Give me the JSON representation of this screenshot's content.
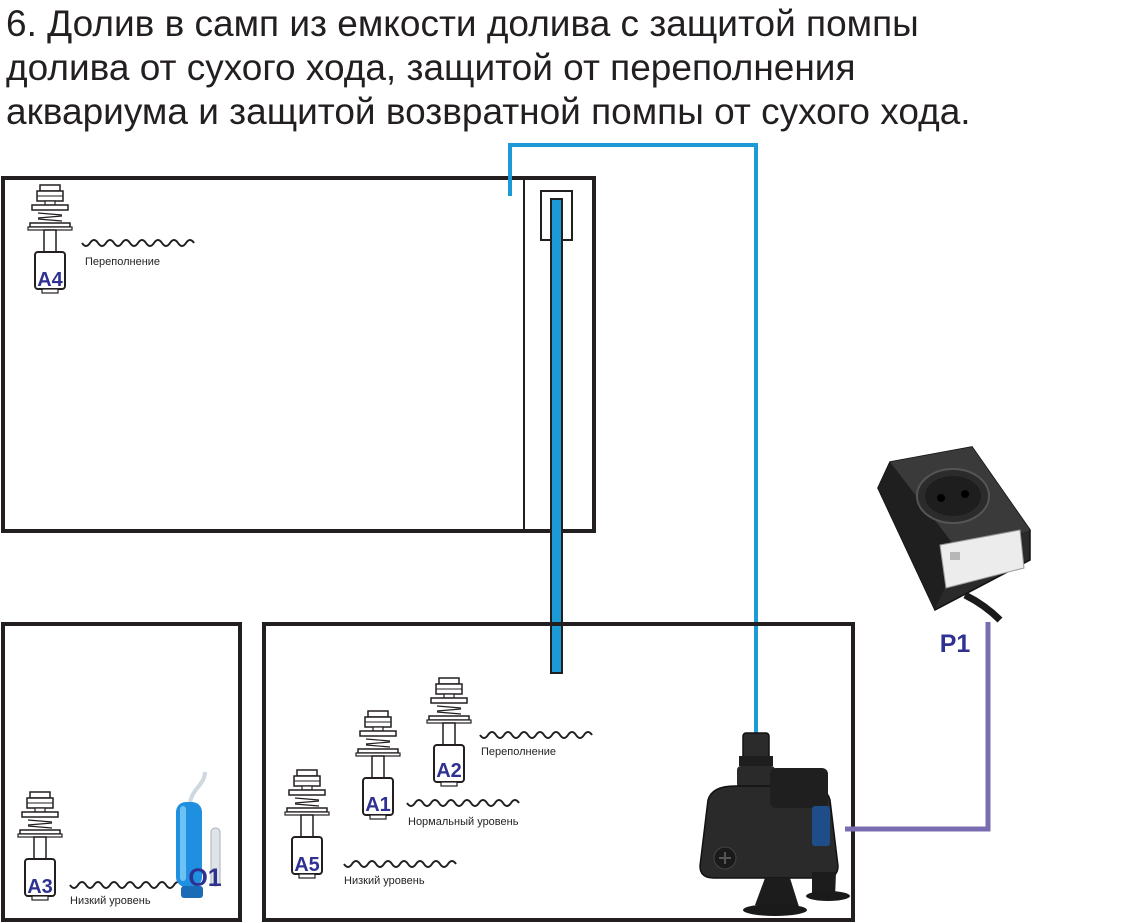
{
  "title": {
    "line1": "6. Долив в самп из емкости долива с защитой помпы",
    "line2": "долива от сухого хода, защитой от переполнения",
    "line3": "аквариума и защитой возвратной помпы от сухого хода."
  },
  "sensors": {
    "a4": {
      "name": "A4",
      "level": "Переполнение"
    },
    "a3": {
      "name": "A3",
      "level": "Низкий уровень"
    },
    "a5": {
      "name": "A5",
      "level": "Низкий уровень"
    },
    "a1": {
      "name": "A1",
      "level": "Нормальный уровень"
    },
    "a2": {
      "name": "A2",
      "level": "Переполнение"
    }
  },
  "topoff_pump": {
    "name": "O1"
  },
  "controller": {
    "name": "P1"
  },
  "colors": {
    "outline": "#231f20",
    "water_pipe": "#1b9ad6",
    "power_cable": "#7a6cb1",
    "label_blue": "#2e3192"
  }
}
